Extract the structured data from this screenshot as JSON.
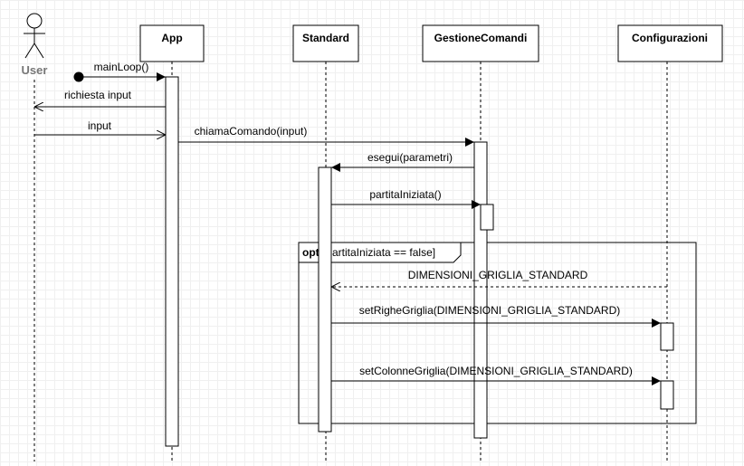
{
  "participants": {
    "user": "User",
    "app": "App",
    "standard": "Standard",
    "gestione": "GestioneComandi",
    "config": "Configurazioni"
  },
  "messages": {
    "main_loop": "mainLoop()",
    "richiesta_input": "richiesta input",
    "input": "input",
    "chiama_comando": "chiamaComando(input)",
    "esegui": "esegui(parametri)",
    "partita_iniziata": "partitaIniziata()",
    "dimensioni": "DIMENSIONI_GRIGLIA_STANDARD",
    "set_righe": "setRigheGriglia(DIMENSIONI_GRIGLIA_STANDARD)",
    "set_colonne": "setColonneGriglia(DIMENSIONI_GRIGLIA_STANDARD)"
  },
  "fragment": {
    "operator": "opt",
    "guard": "[partitaIniziata == false]"
  }
}
